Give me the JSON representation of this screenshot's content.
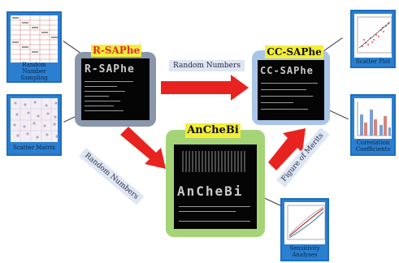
{
  "nodes": {
    "r_saphe": {
      "label": "R-SAPhe",
      "screen_title": "R-SAPhe"
    },
    "cc_saphe": {
      "label": "CC-SAPhe",
      "screen_title": "CC-SAPhe"
    },
    "anchebi": {
      "label": "AnCheBi",
      "screen_title": "AnCheBi"
    }
  },
  "arrows": {
    "r_to_cc": "Random Numbers",
    "r_to_anchebi": "Random Numbers",
    "anchebi_to_cc": "Figure of Merits"
  },
  "cards": {
    "random_number_sampling": "Random Number Sampling",
    "scatter_matrix": "Scatter Matrix",
    "scatter_plot": "Scatter Plot",
    "correlation_coefficients": "Correlation Coefficients",
    "sensitivity_analyses": "Sensitivity Analyses"
  },
  "colors": {
    "card_blue": "#2a7fd1",
    "label_yellow": "#f4ee3a",
    "arrow_red": "#e8231f",
    "frame_gray": "#8a96aa",
    "frame_blue": "#a9c6e8",
    "frame_green": "#a5d477"
  }
}
